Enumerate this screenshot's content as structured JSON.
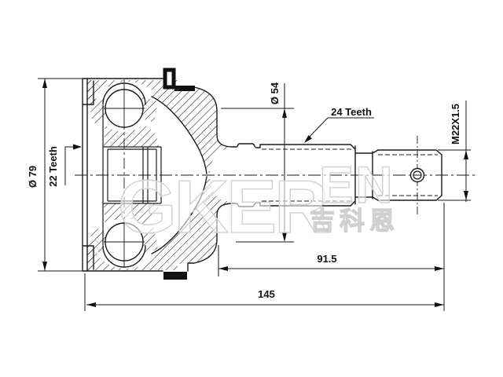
{
  "page": {
    "background": "#ffffff",
    "line_color": "#1a1a1a"
  },
  "drawing": {
    "description": "CV joint sectional technical drawing",
    "labels": {
      "outer_diameter": "Ø 79",
      "hub_spline_teeth": "22 Teeth",
      "boot_seat_diameter": "Ø 54",
      "shaft_spline_teeth": "24 Teeth",
      "thread_spec": "M22X1.5",
      "spline_to_end_length": "91.5",
      "overall_length": "145"
    }
  },
  "watermark": {
    "logo_main": "GKER",
    "logo_suffix": "EN",
    "logo_cjk": "吉科恩",
    "color": "#d2d2d2"
  }
}
